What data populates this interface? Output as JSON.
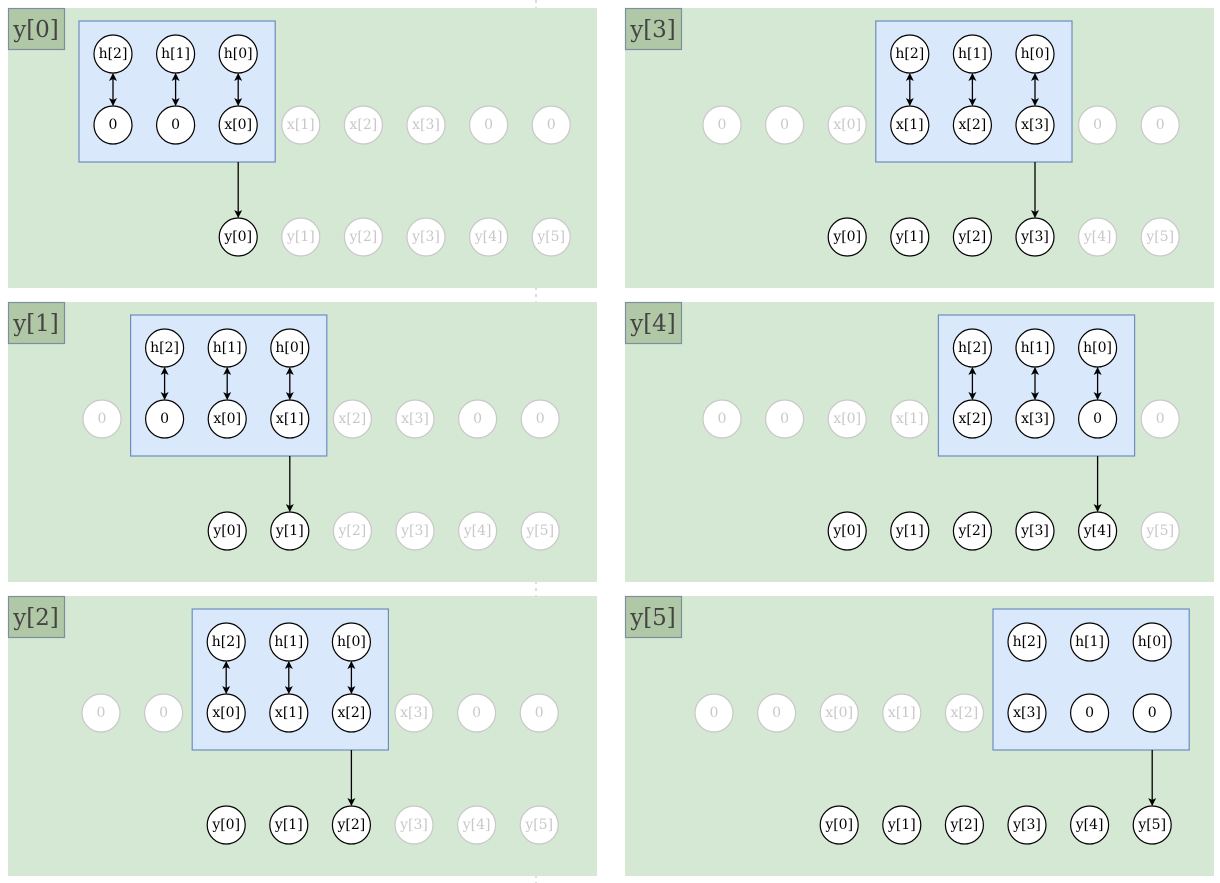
{
  "colors": {
    "panel_bg": "#d5e8d4",
    "label_bg": "#b0c8a6",
    "label_border": "#7e8e9e",
    "kernel_bg": "#dae8fc",
    "kernel_border": "#6c8ebf",
    "active": "#000000",
    "inactive": "#c8c8c8"
  },
  "kernel": [
    "h[2]",
    "h[1]",
    "h[0]"
  ],
  "inputs": [
    "0",
    "0",
    "x[0]",
    "x[1]",
    "x[2]",
    "x[3]",
    "0",
    "0"
  ],
  "outputs": [
    "y[0]",
    "y[1]",
    "y[2]",
    "y[3]",
    "y[4]",
    "y[5]"
  ],
  "panels": [
    {
      "label": "y[0]",
      "step": 0,
      "show_arrows": true
    },
    {
      "label": "y[1]",
      "step": 1,
      "show_arrows": true
    },
    {
      "label": "y[2]",
      "step": 2,
      "show_arrows": true
    },
    {
      "label": "y[3]",
      "step": 3,
      "show_arrows": true
    },
    {
      "label": "y[4]",
      "step": 4,
      "show_arrows": true
    },
    {
      "label": "y[5]",
      "step": 5,
      "show_arrows": false
    }
  ]
}
